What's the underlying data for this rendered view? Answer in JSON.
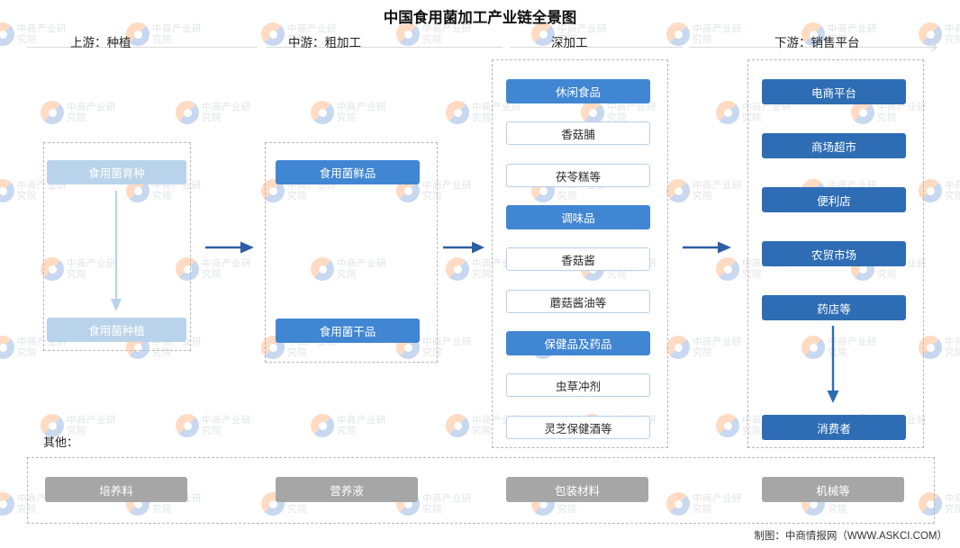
{
  "title": "中国食用菌加工产业链全景图",
  "credit": "制图：中商情报网（WWW.ASKCI.COM）",
  "watermark": {
    "line1": "中商产业研究院"
  },
  "stages": [
    {
      "label": "上游：种植"
    },
    {
      "label": "中游：粗加工"
    },
    {
      "label": "深加工"
    },
    {
      "label": "下游：销售平台"
    }
  ],
  "upstream": {
    "nodes": [
      {
        "label": "食用菌育种"
      },
      {
        "label": "食用菌种植"
      }
    ]
  },
  "midstream": {
    "nodes": [
      {
        "label": "食用菌鲜品"
      },
      {
        "label": "食用菌干品"
      }
    ]
  },
  "deep": {
    "groups": [
      {
        "header": "休闲食品",
        "items": [
          "香菇脯",
          "茯苓糕等"
        ]
      },
      {
        "header": "调味品",
        "items": [
          "香菇酱",
          "蘑菇酱油等"
        ]
      },
      {
        "header": "保健品及药品",
        "items": [
          "虫草冲剂",
          "灵芝保健酒等"
        ]
      }
    ]
  },
  "downstream": {
    "channels": [
      "电商平台",
      "商场超市",
      "便利店",
      "农贸市场",
      "药店等"
    ],
    "consumer": "消费者"
  },
  "other": {
    "label": "其他：",
    "items": [
      "培养料",
      "营养液",
      "包装材料",
      "机械等"
    ]
  }
}
